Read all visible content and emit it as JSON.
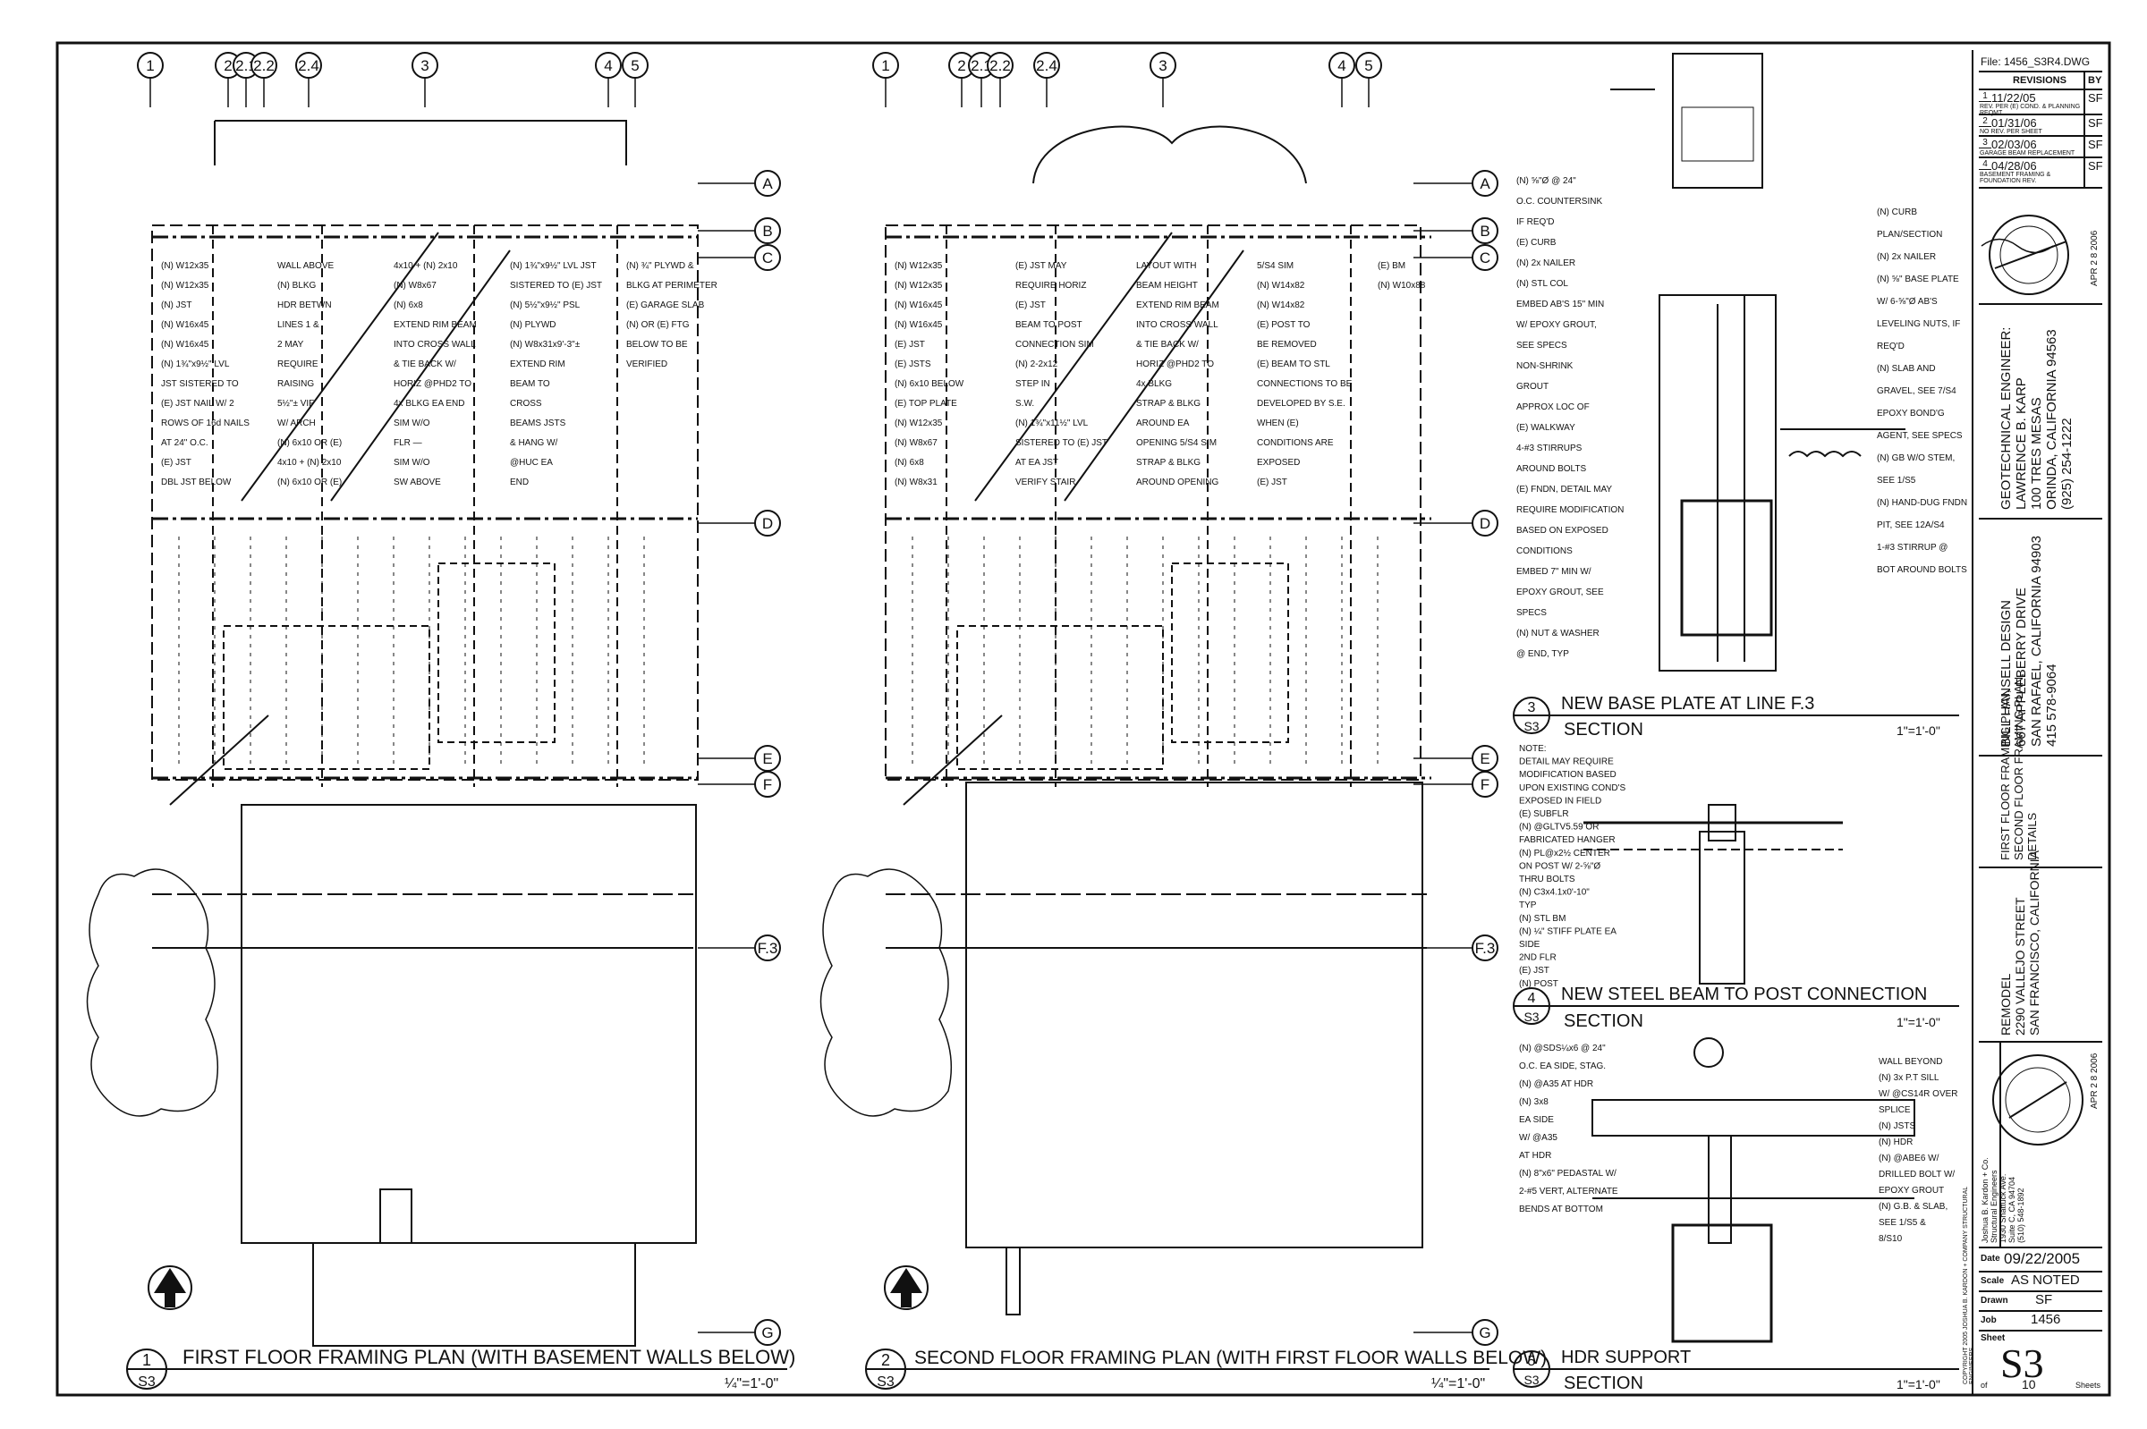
{
  "grid_bubbles": [
    "1",
    "2",
    "2.1",
    "2.2",
    "2.4",
    "3",
    "4",
    "5"
  ],
  "row_bubbles": [
    "A",
    "B",
    "C",
    "D",
    "E",
    "F",
    "F.3",
    "G"
  ],
  "plan1": {
    "num": "1",
    "sheet": "S3",
    "title": "FIRST FLOOR FRAMING PLAN (WITH BASEMENT WALLS BELOW)",
    "scale": "¼\"=1'-0\"",
    "notes": [
      "(N) W12x35",
      "(N) W12x35",
      "(N) JST",
      "(N) W16x45",
      "(N) W16x45",
      "(N) 1¾\"x9½\" LVL",
      "JST SISTERED TO",
      "(E) JST NAIL W/ 2",
      "ROWS OF 16d NAILS",
      "AT 24\" O.C.",
      "(E) JST",
      "DBL JST BELOW",
      "WALL ABOVE",
      "(N) BLKG",
      "HDR BETWN",
      "LINES 1 &",
      "2 MAY",
      "REQUIRE",
      "RAISING",
      "5½\"± VIF",
      "W/ ARCH",
      "(N) 6x10 OR (E)",
      "4x10 + (N) 2x10",
      "(N) 6x10 OR (E)",
      "4x10 + (N) 2x10",
      "(N) W8x67",
      "(N) 6x8",
      "EXTEND RIM BEAM",
      "INTO CROSS WALL",
      "& TIE BACK W/",
      "HORIZ @PHD2 TO",
      "4x BLKG EA END",
      "SIM W/O",
      "FLR —",
      "SIM W/O",
      "SW ABOVE",
      "(N) 1¾\"x9½\" LVL JST",
      "SISTERED TO (E) JST",
      "(N) 5½\"x9½\" PSL",
      "(N) PLYWD",
      "(N) W8x31x9'-3\"±",
      "EXTEND RIM",
      "BEAM TO",
      "CROSS",
      "BEAMS JSTS",
      "& HANG W/",
      "@HUC EA",
      "END",
      "(N) ¾\" PLYWD &",
      "BLKG AT PERIMETER",
      "(E) GARAGE SLAB",
      "(N) OR (E) FTG",
      "BELOW TO BE",
      "VERIFIED"
    ]
  },
  "plan2": {
    "num": "2",
    "sheet": "S3",
    "title": "SECOND FLOOR FRAMING PLAN (WITH FIRST FLOOR WALLS BELOW)",
    "scale": "¼\"=1'-0\"",
    "notes": [
      "(N) W12x35",
      "(N) W12x35",
      "(N) W16x45",
      "(N) W16x45",
      "(E) JST",
      "(E) JSTS",
      "(N) 6x10 BELOW",
      "(E) TOP PLATE",
      "(N) W12x35",
      "(N) W8x67",
      "(N) 6x8",
      "(N) W8x31",
      "(E) JST MAY",
      "REQUIRE HORIZ",
      "(E) JST",
      "BEAM TO POST",
      "CONNECTION SIM",
      "(N) 2-2x12",
      "STEP IN",
      "S.W.",
      "(N) 1¾\"x11½\" LVL",
      "SISTERED TO (E) JST",
      "AT EA JST",
      "VERIFY STAIR",
      "LAYOUT WITH",
      "BEAM HEIGHT",
      "EXTEND RIM BEAM",
      "INTO CROSS WALL",
      "& TIE BACK W/",
      "HORIZ @PHD2 TO",
      "4x BLKG",
      "STRAP & BLKG",
      "AROUND EA",
      "OPENING 5/S4 SIM",
      "STRAP & BLKG",
      "AROUND OPENING",
      "5/S4 SIM",
      "(N) W14x82",
      "(N) W14x82",
      "(E) POST TO",
      "BE REMOVED",
      "(E) BEAM TO STL",
      "CONNECTIONS TO BE",
      "DEVELOPED BY S.E.",
      "WHEN (E)",
      "CONDITIONS ARE",
      "EXPOSED",
      "(E) JST",
      "(E) BM",
      "(N) W10x88"
    ]
  },
  "detail3": {
    "num": "3",
    "sheet": "S3",
    "title": "NEW BASE PLATE AT LINE F.3",
    "sub": "SECTION",
    "scale": "1\"=1'-0\"",
    "notes_left": [
      "(N) ⅝\"Ø @ 24\"",
      "O.C. COUNTERSINK",
      "IF REQ'D",
      "(E) CURB",
      "(N) 2x NAILER",
      "(N) STL COL",
      "EMBED AB'S 15\" MIN",
      "W/ EPOXY GROUT,",
      "SEE SPECS",
      "NON-SHRINK",
      "GROUT",
      "APPROX LOC OF",
      "(E) WALKWAY",
      "4-#3 STIRRUPS",
      "AROUND BOLTS",
      "(E) FNDN, DETAIL MAY",
      "REQUIRE MODIFICATION",
      "BASED ON EXPOSED",
      "CONDITIONS",
      "EMBED 7\" MIN W/",
      "EPOXY GROUT, SEE",
      "SPECS",
      "(N) NUT & WASHER",
      "@ END, TYP"
    ],
    "notes_right": [
      "(N) CURB",
      "PLAN/SECTION",
      "(N) 2x NAILER",
      "(N) ⅝\" BASE PLATE",
      "W/ 6-⅝\"Ø AB'S",
      "LEVELING NUTS, IF",
      "REQ'D",
      "(N) SLAB AND",
      "GRAVEL, SEE 7/S4",
      "EPOXY BOND'G",
      "AGENT, SEE SPECS",
      "(N) GB W/O STEM,",
      "SEE 1/S5",
      "(N) HAND-DUG FNDN",
      "PIT, SEE 12A/S4",
      "1-#3 STIRRUP @",
      "BOT AROUND BOLTS"
    ]
  },
  "detail4": {
    "num": "4",
    "sheet": "S3",
    "title": "NEW STEEL BEAM TO POST CONNECTION",
    "sub": "SECTION",
    "scale": "1\"=1'-0\"",
    "notes": [
      "NOTE:",
      "DETAIL MAY REQUIRE",
      "MODIFICATION BASED",
      "UPON EXISTING COND'S",
      "EXPOSED IN FIELD",
      "(E) SUBFLR",
      "(N) @GLTV5.59 OR",
      "FABRICATED HANGER",
      "(N) PL@x2½ CENTER",
      "ON POST W/ 2-⅝\"Ø",
      "THRU BOLTS",
      "(N) C3x4.1x0'-10\"",
      "TYP",
      "(N) STL BM",
      "(N) ¼\" STIFF PLATE EA",
      "SIDE",
      "2ND FLR",
      "(E) JST",
      "(N) POST"
    ]
  },
  "detail5": {
    "num": "5",
    "sheet": "S3",
    "title": "HDR SUPPORT",
    "sub": "SECTION",
    "scale": "1\"=1'-0\"",
    "notes": [
      "(N) @SDS¼x6 @ 24\"",
      "O.C. EA SIDE, STAG.",
      "(N) @A35 AT HDR",
      "(N) 3x8",
      "EA SIDE",
      "W/ @A35",
      "AT HDR",
      "(N) 8\"x6\" PEDASTAL W/",
      "2-#5 VERT, ALTERNATE",
      "BENDS AT BOTTOM",
      "WALL BEYOND",
      "(N) 3x P.T SILL",
      "W/ @CS14R OVER",
      "SPLICE",
      "(N) JSTS",
      "(N) HDR",
      "(N) @ABE6 W/",
      "DRILLED BOLT W/",
      "EPOXY GROUT",
      "(N) G.B. & SLAB,",
      "SEE 1/S5 &",
      "8/S10"
    ]
  },
  "titleblock": {
    "file": "File: 1456_S3R4.DWG",
    "revisions_head": "REVISIONS",
    "by_head": "BY",
    "revisions": [
      {
        "tri": "1",
        "text": "11/22/05",
        "by": "SF",
        "desc": "REV. PER (E) COND. & PLANNING REQMT"
      },
      {
        "tri": "2",
        "text": "01/31/06",
        "by": "SF",
        "desc": "NO REV. PER SHEET"
      },
      {
        "tri": "3",
        "text": "02/03/06",
        "by": "SF",
        "desc": "GARAGE BEAM REPLACEMENT"
      },
      {
        "tri": "4",
        "text": "04/28/06",
        "by": "SF",
        "desc": "BASEMENT FRAMING & FOUNDATION REV."
      }
    ],
    "geo": [
      "GEOTECHNICAL ENGINEER:",
      "LAWRENCE B. KARP",
      "100 TRES MESAS",
      "ORINDA, CALIFORNIA 94563",
      "(925) 254-1222"
    ],
    "design": [
      "BILL HANSELL DESIGN",
      "667 APPLEBERRY DRIVE",
      "SAN RAFAEL, CALIFORNIA 94903",
      "415 578-9064"
    ],
    "sheet_desc": [
      "FIRST FLOOR FRAMING PLAN,",
      "SECOND FLOOR FRAMING PLAN,",
      "DETAILS"
    ],
    "project": [
      "REMODEL",
      "2290 VALLEJO STREET",
      "SAN FRANCISCO, CALIFORNIA"
    ],
    "firm": [
      "Joshua B. Kardon + Co.",
      "Structural Engineers",
      "1930 Shattuck Ave.",
      "Suite C, CA 94704",
      "(510) 548-1892"
    ],
    "stamp_date": "APR 2 8 2006",
    "date_label": "Date",
    "date": "09/22/2005",
    "scale_label": "Scale",
    "scale": "AS NOTED",
    "drawn_label": "Drawn",
    "drawn": "SF",
    "job_label": "Job",
    "job": "1456",
    "sheet_label": "Sheet",
    "sheet": "S3",
    "of_label": "of",
    "of": "10",
    "sheets_label": "Sheets",
    "copyright": "COPYRIGHT 2005 JOSHUA B. KARDON + COMPANY STRUCTURAL ENGINEERS"
  }
}
